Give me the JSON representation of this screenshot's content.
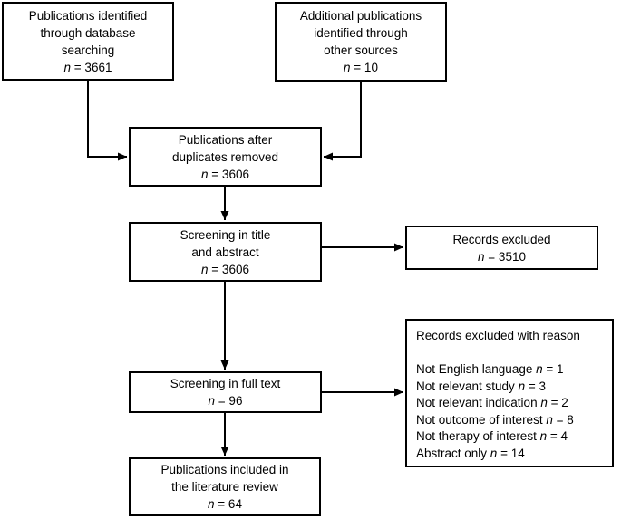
{
  "diagram": {
    "type": "prisma-flow",
    "colors": {
      "line": "#000000",
      "background": "#ffffff",
      "text": "#000000"
    },
    "boxes": {
      "db_search": {
        "lines": [
          "Publications identified",
          "through database",
          "searching"
        ],
        "n_italic": "n",
        "n_rest": " = 3661"
      },
      "other_sources": {
        "lines": [
          "Additional publications",
          "identified through",
          "other sources"
        ],
        "n_italic": "n",
        "n_rest": " = 10"
      },
      "duplicates_removed": {
        "lines": [
          "Publications after",
          "duplicates removed"
        ],
        "n_italic": "n",
        "n_rest": " = 3606"
      },
      "title_abstract": {
        "lines": [
          "Screening in title",
          "and abstract"
        ],
        "n_italic": "n",
        "n_rest": " = 3606"
      },
      "records_excluded": {
        "lines": [
          "Records excluded"
        ],
        "n_italic": "n",
        "n_rest": " = 3510"
      },
      "full_text": {
        "lines": [
          "Screening in full text"
        ],
        "n_italic": "n",
        "n_rest": " = 96"
      },
      "excluded_reasons": {
        "heading": "Records excluded with reason",
        "items": [
          {
            "pre": "Not English language ",
            "n": "n",
            "post": " = 1"
          },
          {
            "pre": "Not relevant study ",
            "n": "n",
            "post": " = 3"
          },
          {
            "pre": "Not relevant indication ",
            "n": "n",
            "post": " = 2"
          },
          {
            "pre": "Not outcome of interest ",
            "n": "n",
            "post": " = 8"
          },
          {
            "pre": "Not therapy of interest ",
            "n": "n",
            "post": " = 4"
          },
          {
            "pre": "Abstract only ",
            "n": "n",
            "post": " = 14"
          }
        ]
      },
      "included": {
        "lines": [
          "Publications included in",
          "the literature review"
        ],
        "n_italic": "n",
        "n_rest": " = 64"
      }
    }
  }
}
